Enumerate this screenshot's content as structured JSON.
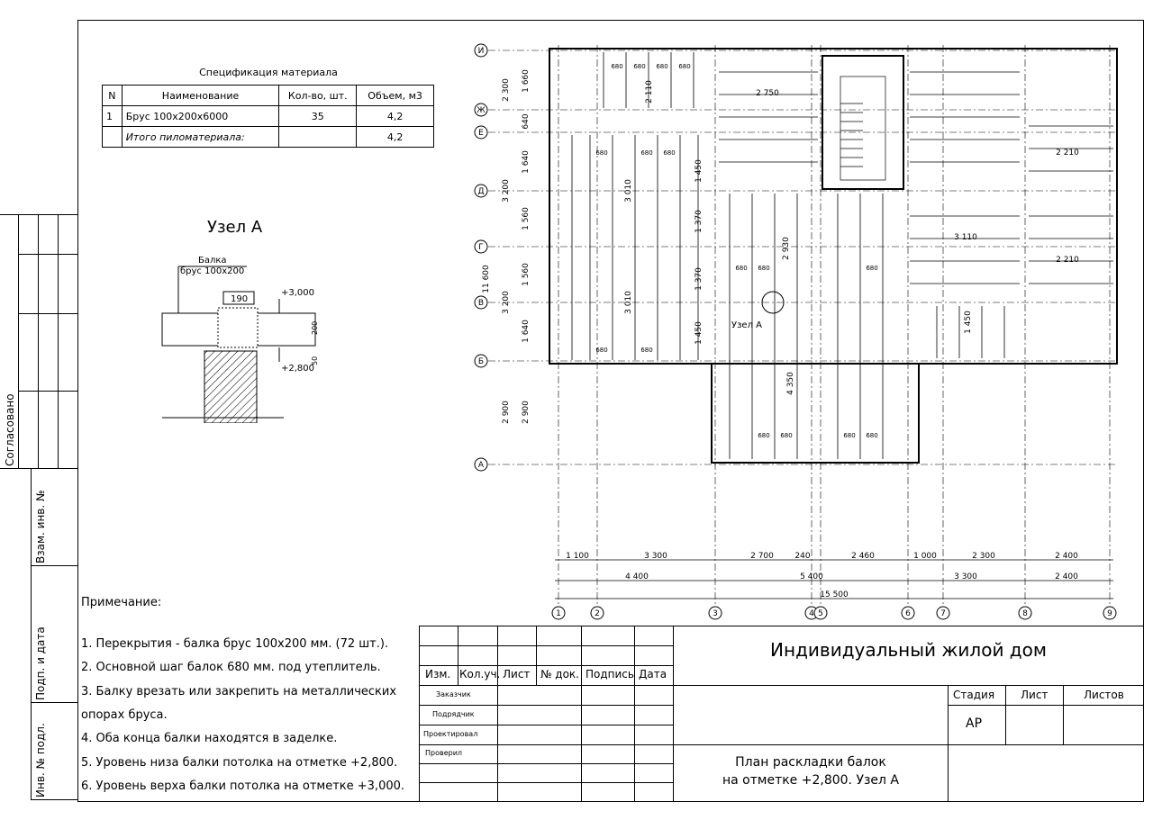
{
  "spec": {
    "title": "Спецификация материала",
    "headers": [
      "N",
      "Наименование",
      "Кол-во, шт.",
      "Объем, м3"
    ],
    "rows": [
      [
        "1",
        "Брус 100х200х6000",
        "35",
        "4,2"
      ],
      [
        "",
        "Итого пиломатериала:",
        "",
        "4,2"
      ]
    ]
  },
  "node": {
    "title": "Узел А",
    "beam_label": "Балка",
    "beam_size": "брус 100х200",
    "dim_190": "190",
    "lvl_top": "+3,000",
    "lvl_bottom": "+2,800",
    "dim_200": "200",
    "dim_50": "50"
  },
  "notes": {
    "heading": "Примечание:",
    "items": [
      "1. Перекрытия - балка брус 100х200 мм. (72 шт.).",
      "2. Основной шаг балок 680 мм. под утеплитель.",
      "3. Балку врезать или закрепить на металлических",
      "опорах бруса.",
      "4. Оба конца балки находятся в заделке.",
      "5. Уровень низа балки потолка на отметке +2,800.",
      "6. Уровень верха балки потолка на отметке +3,000."
    ]
  },
  "side_stamp": {
    "agreed": "Согласовано",
    "inv_vzam": "Взам. инв. №",
    "sign_date": "Подп. и дата",
    "inv_orig": "Инв. № подл."
  },
  "title_block": {
    "project": "Индивидуальный жилой дом",
    "sheet_title_1": "План раскладки балок",
    "sheet_title_2": "на отметке +2,800. Узел А",
    "cols": [
      "Изм.",
      "Кол.уч.",
      "Лист",
      "№ док.",
      "Подпись",
      "Дата"
    ],
    "roles": [
      "Заказчик",
      "Подрядчик",
      "Проектировал",
      "Проверил"
    ],
    "stage_hdr": "Стадия",
    "sheet_hdr": "Лист",
    "sheets_hdr": "Листов",
    "stage": "АР"
  },
  "plan": {
    "row_axes": [
      "И",
      "Ж",
      "Е",
      "Д",
      "Г",
      "В",
      "Б",
      "А"
    ],
    "col_axes": [
      "1",
      "2",
      "3",
      "4",
      "5",
      "6",
      "7",
      "8",
      "9"
    ],
    "left_dims_outer": [
      "2 300",
      "3 200",
      "3 200",
      "2 900"
    ],
    "left_dims_inner": [
      "1 660",
      "640",
      "1 640",
      "1 560",
      "1 560",
      "1 640",
      "2 900"
    ],
    "overall_height": "11 600",
    "bottom_row1": [
      "1 100",
      "3 300",
      "2 700",
      "240",
      "2 460",
      "1 000",
      "2 300",
      "2 400"
    ],
    "bottom_row2": [
      "4 400",
      "5 400",
      "3 300",
      "2 400"
    ],
    "overall_width": "15 500",
    "room_spans": [
      "2 110",
      "2 750",
      "3 010",
      "2 930",
      "3 010",
      "4 350",
      "3 110",
      "2 210",
      "2 210",
      "1 450",
      "1 450",
      "1 370",
      "1 370",
      "1 450"
    ],
    "spacing_680": "680",
    "node_tag": "Узел А"
  }
}
